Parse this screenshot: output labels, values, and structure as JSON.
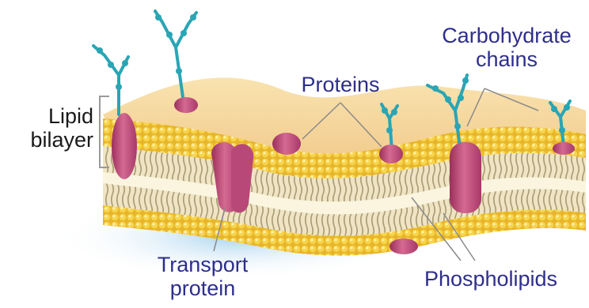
{
  "labels": {
    "lipid_bilayer": [
      "Lipid",
      "bilayer"
    ],
    "proteins": "Proteins",
    "carbohydrate_chains": [
      "Carbohydrate",
      "chains"
    ],
    "transport_protein": [
      "Transport",
      "protein"
    ],
    "phospholipids": "Phospholipids"
  },
  "colors": {
    "label_blue": "#2e2e8c",
    "label_black": "#1a1a1a",
    "membrane_top": "#f2d27a",
    "phospholipid_head": "#f0c419",
    "phospholipid_tail": "#c9b98a",
    "membrane_core": "#faf2d8",
    "protein": "#c0507a",
    "carbohydrate": "#2aa5b5",
    "shadow": "#c7e3f3"
  },
  "icons": [
    "phospholipid-head-icon",
    "protein-icon",
    "carbohydrate-chain-icon"
  ]
}
